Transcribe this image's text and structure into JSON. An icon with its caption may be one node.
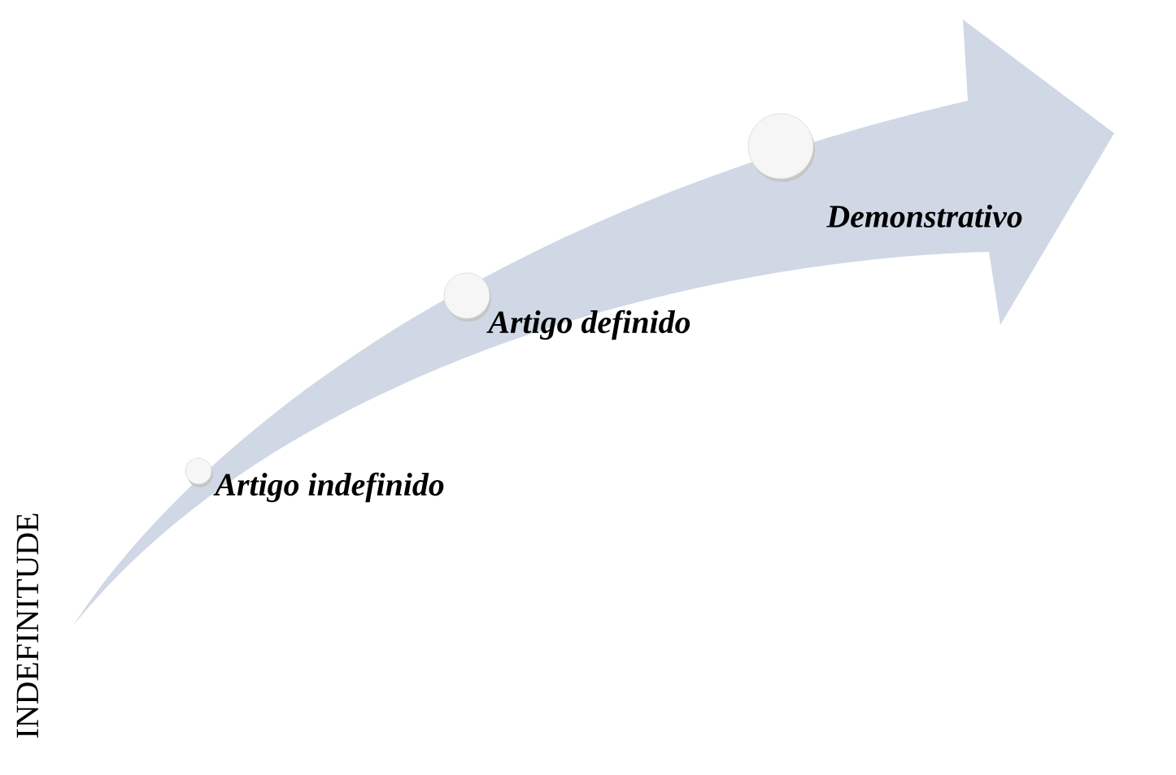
{
  "diagram": {
    "nodes": [
      {
        "text": [
          "Artigo indefinido"
        ]
      },
      {
        "text": [
          "Artigo definido"
        ]
      },
      {
        "text": [
          "Demonstrativo"
        ]
      }
    ],
    "labels": [
      "INDEFINITUDE"
    ]
  }
}
